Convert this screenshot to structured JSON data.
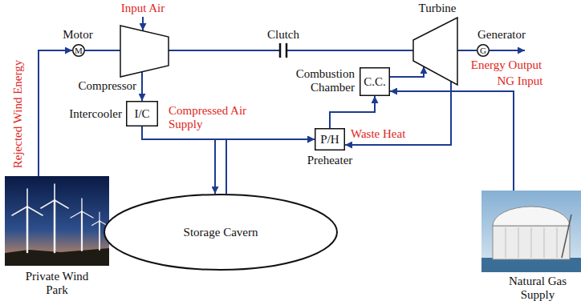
{
  "diagram": {
    "nodes": [
      {
        "text": [
          "Motor",
          "M"
        ]
      },
      {
        "text": [
          "Compressor"
        ]
      },
      {
        "text": [
          "Turbine"
        ]
      },
      {
        "text": [
          "Generator",
          "G"
        ]
      },
      {
        "text": [
          "Intercooler",
          "I/C"
        ]
      },
      {
        "text": [
          "Combustion Chamber",
          "C.C."
        ]
      },
      {
        "text": [
          "P/H",
          "Preheater"
        ]
      },
      {
        "text": [
          "Storage Cavern"
        ]
      },
      {
        "text": [
          "Private Wind Park"
        ]
      },
      {
        "text": [
          "Natural Gas Supply"
        ]
      }
    ],
    "edges": [
      {
        "from": 8,
        "to": 0,
        "arrow": "to",
        "label": "Rejected Wind Energy"
      },
      {
        "from": 0,
        "to": 1,
        "arrow": "none"
      },
      {
        "from": 1,
        "to": 2,
        "arrow": "none"
      },
      {
        "from": 2,
        "to": 3,
        "arrow": "none"
      },
      {
        "from": 1,
        "to": 4,
        "arrow": "to"
      },
      {
        "from": 4,
        "to": 6,
        "arrow": "to",
        "label": "Compressed Air Supply"
      },
      {
        "from": 4,
        "to": 7,
        "arrow": "to"
      },
      {
        "from": 7,
        "to": 6,
        "arrow": "to"
      },
      {
        "from": 6,
        "to": 5,
        "arrow": "to"
      },
      {
        "from": 5,
        "to": 2,
        "arrow": "to"
      },
      {
        "from": 2,
        "to": 6,
        "arrow": "to",
        "label": "Waste Heat"
      },
      {
        "from": 9,
        "to": 5,
        "arrow": "to",
        "label": "NG Input"
      }
    ],
    "labels": [
      "Input Air",
      "Clutch",
      "Energy Output"
    ]
  }
}
